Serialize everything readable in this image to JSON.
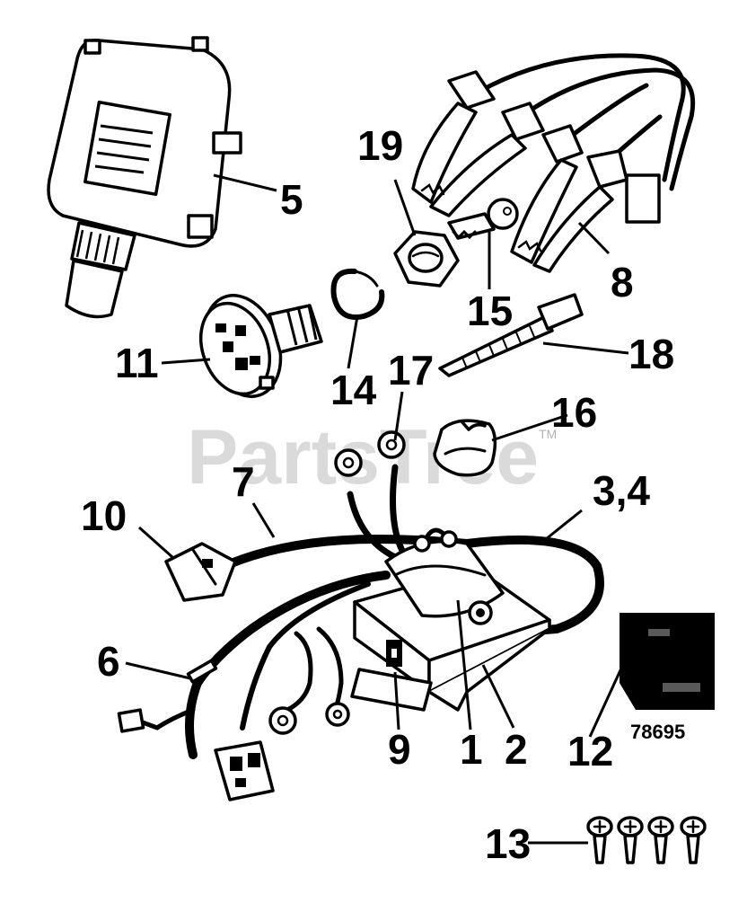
{
  "diagram": {
    "watermark": "PartsTree",
    "watermark_mark": "TM",
    "drawing_number": "78695",
    "callouts": {
      "c1": "1",
      "c2": "2",
      "c34": "3,4",
      "c5": "5",
      "c6": "6",
      "c7": "7",
      "c8": "8",
      "c9": "9",
      "c10": "10",
      "c11": "11",
      "c12": "12",
      "c13": "13",
      "c14": "14",
      "c15": "15",
      "c16": "16",
      "c17": "17",
      "c18": "18",
      "c19": "19"
    }
  }
}
